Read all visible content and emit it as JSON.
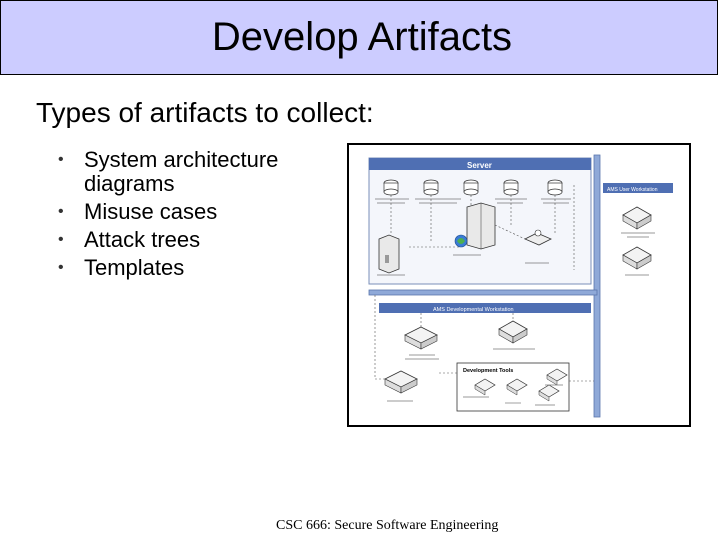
{
  "slide": {
    "title": "Develop Artifacts",
    "heading": "Types of artifacts to collect:",
    "bullets": [
      "System architecture diagrams",
      "Misuse cases",
      "Attack trees",
      "Templates"
    ],
    "footer": "CSC 666: Secure Software Engineering"
  },
  "diagram": {
    "server_header": "Server",
    "user_header": "AMS User Workstation",
    "dev_header": "AMS Developmental Workstation",
    "tools_header": "Development Tools"
  },
  "colors": {
    "title_bg": "#ccccff",
    "band_blue": "#4472c4",
    "bus_blue": "#8fa9d8"
  }
}
